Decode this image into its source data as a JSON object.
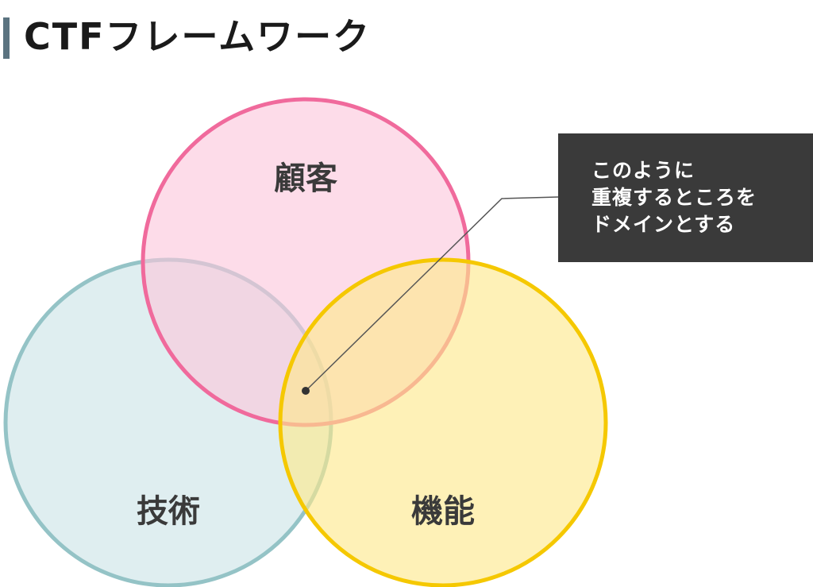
{
  "header": {
    "title": "CTFフレームワーク"
  },
  "diagram": {
    "circles": [
      {
        "key": "customer",
        "label": "顧客",
        "stroke": "#f06a9c",
        "fill": "#fcc7dc"
      },
      {
        "key": "technology",
        "label": "技術",
        "stroke": "#94c3c6",
        "fill": "#cce3e6"
      },
      {
        "key": "function",
        "label": "機能",
        "stroke": "#f5c800",
        "fill": "#fde98a"
      }
    ],
    "callout": {
      "lines": [
        "このように",
        "重複するところを",
        "ドメインとする"
      ],
      "background": "#3a3a3a",
      "text_color": "#ffffff"
    }
  }
}
